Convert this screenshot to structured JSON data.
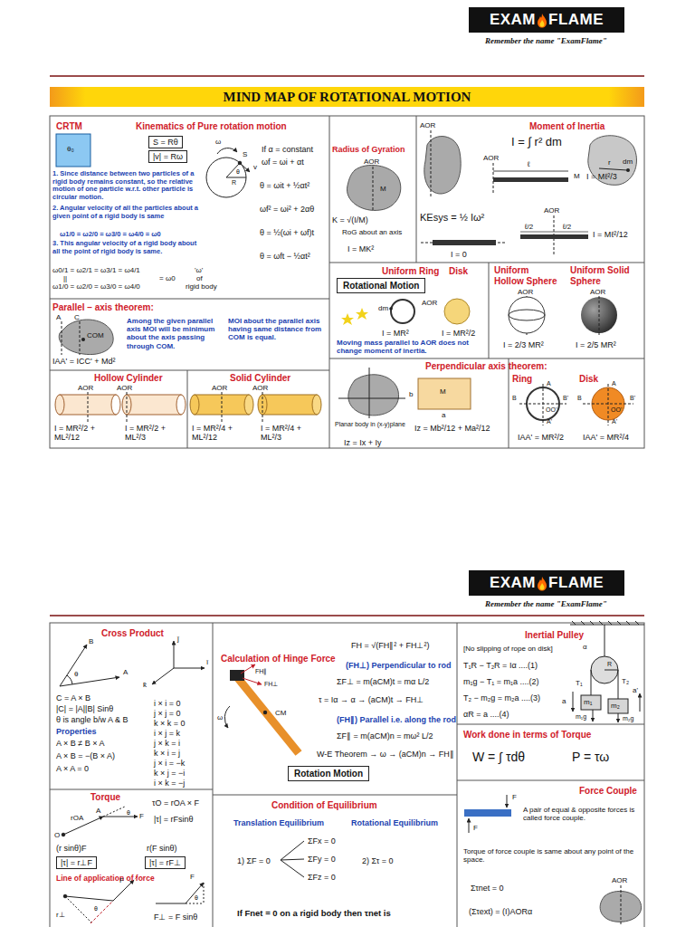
{
  "diagram": {
    "title": "MIND MAP OF ROTATIONAL MOTION",
    "nodes": [
      {
        "text": [
          "EXAM",
          "FLAME"
        ]
      },
      {
        "text": [
          "S = Rθ"
        ]
      },
      {
        "text": [
          "|v| = Rω"
        ]
      },
      {
        "text": [
          "Rotational Motion"
        ]
      },
      {
        "text": [
          "EXAM",
          "FLAME"
        ]
      },
      {
        "text": [
          "Rotation Motion"
        ]
      },
      {
        "text": [
          "|τ| = r⊥F"
        ]
      },
      {
        "text": [
          "|τ| = rF⊥"
        ]
      }
    ],
    "labels": [
      "Remember the name \"ExamFlame\"",
      "CRTM",
      "θ₀",
      "Kinematics of Pure rotation motion",
      "1. Since distance between two particles of a rigid body remains constant, so the relative motion of one particle w.r.t. other particle is circular motion.",
      "2. Angular velocity of all the particles about a given point of a rigid body is same",
      "ω1/0 = ω2/0 = ω3/0 = ω4/0 = ω0",
      "3. This angular velocity of a rigid body about all the point of rigid body is same.",
      "ω0/1 = ω2/1 = ω3/1 = ω4/1",
      "||",
      "ω1/0 = ω2/0 = ω3/0 = ω4/0",
      "= ω0",
      "'ω'",
      "of",
      "rigid body",
      "ω",
      "S",
      "v",
      "θ",
      "R",
      "If α = constant",
      "ωf = ωi + αt",
      "θ = ωit + ½αt²",
      "ωf² = ωi² + 2αθ",
      "θ = ½(ωi + ωf)t",
      "θ = ωft − ½αt²",
      "Radius of Gyration",
      "AOR",
      "M",
      "K = √(I/M)",
      "RoG about an axis",
      "I = MK²",
      "AOR",
      "Moment of Inertia",
      "I = ∫ r² dm",
      "r",
      "dm",
      "KEsys = ½ Iω²",
      "ℓ",
      "M",
      "I = Mℓ²/3",
      "AOR",
      "I = 0",
      "AOR",
      "ℓ/2",
      "ℓ/2",
      "I = Mℓ²/12",
      "Uniform Ring",
      "Disk",
      "Uniform Hollow Sphere",
      "Uniform Solid Sphere",
      "AOR",
      "dm",
      "I = MR²",
      "I = MR²/2",
      "AOR",
      "AOR",
      "I = 2/3 MR²",
      "I = 2/5 MR²",
      "Moving mass parallel to AOR does not change moment of inertia.",
      "Parallel – axis theorem:",
      "A",
      "C",
      "COM",
      "Among the given parallel axis MOI will be minimum about the axis passing through COM.",
      "MOI about the parallel axis having same distance from COM is equal.",
      "IAA' = ICC' + Md²",
      "Hollow Cylinder",
      "Solid Cylinder",
      "AOR",
      "AOR",
      "AOR",
      "AOR",
      "I = MR²/2 + ML²/12",
      "I = MR²/2 + ML²/3",
      "I = MR²/4 + ML²/12",
      "I = MR²/4 + ML²/3",
      "Perpendicular axis theorem:",
      "Planar body in (x-y)plane",
      "Iz = Ix + Iy",
      "Iz = Mb²/12 + Ma²/12",
      "IAA' = MR²/2",
      "IAA' = MR²/4",
      "Ring",
      "Disk",
      "M",
      "b",
      "a",
      "A",
      "B",
      "B'",
      "A'",
      "OO'",
      "A",
      "B",
      "B'",
      "A'",
      "OO'",
      "Remember the name \"ExamFlame\"",
      "Cross Product",
      "B",
      "θ",
      "A",
      "ĵ",
      "î",
      "k̂",
      "C = A × B",
      "|C| = |A||B| Sinθ",
      "θ is angle b/w A & B",
      "Properties",
      "A × B ≠ B × A",
      "A × B = −(B × A)",
      "A × A = 0",
      "i × i = 0",
      "j × j = 0",
      "k × k = 0",
      "i × j = k",
      "j × k = i",
      "k × i = j",
      "j × i = −k",
      "k × j = −i",
      "i × k = −j",
      "Torque",
      "A",
      "F",
      "rOA",
      "O",
      "θ",
      "τO = rOA × F",
      "|τ| = rFsinθ",
      "(r sinθ)F",
      "r(F sinθ)",
      "Line of application of force",
      "F",
      "θ",
      "r⊥",
      "F",
      "θ",
      "F⊥ = F sinθ",
      "Calculation of Hinge Force",
      "FH = √(FH∥² + FH⊥²)",
      "(FH⊥) Perpendicular to rod",
      "ΣF⊥ = m(aCM)t = mα L/2",
      "τ = Iα → α → (aCM)t → FH⊥",
      "(FH∥) Parallel i.e. along the rod",
      "ΣF∥ = m(aCM)n = mω² L/2",
      "W-E Theorem → ω → (aCM)n → FH∥",
      "FH∥",
      "FH⊥",
      "ω",
      "CM",
      "Inertial Pulley",
      "[No slipping of rope on disk]",
      "T₁R − T₂R = Iα ....(1)",
      "m₁g − T₁ = m₁a ....(2)",
      "T₂ − m₂g = m₂a ....(3)",
      "αR = a ....(4)",
      "α",
      "R",
      "T₁",
      "T₂",
      "m₁",
      "m₂",
      "a",
      "a'",
      "m₁g",
      "m₂g",
      "Work done in terms of Torque",
      "W = ∫ τdθ",
      "P = τω",
      "Condition of Equilibrium",
      "Translation Equilibrium",
      "Rotational Equilibrium",
      "1) ΣF = 0",
      "ΣFx = 0",
      "ΣFy = 0",
      "ΣFz = 0",
      "2) Στ = 0",
      "If Fnet = 0 on a rigid body then τnet is",
      "Force Couple",
      "F",
      "F",
      "A pair of equal & opposite forces is called force couple.",
      "Torque of force couple is same about any point of the space.",
      "Στnet = 0",
      "(Στext) = (I)AORα",
      "AOR"
    ]
  }
}
